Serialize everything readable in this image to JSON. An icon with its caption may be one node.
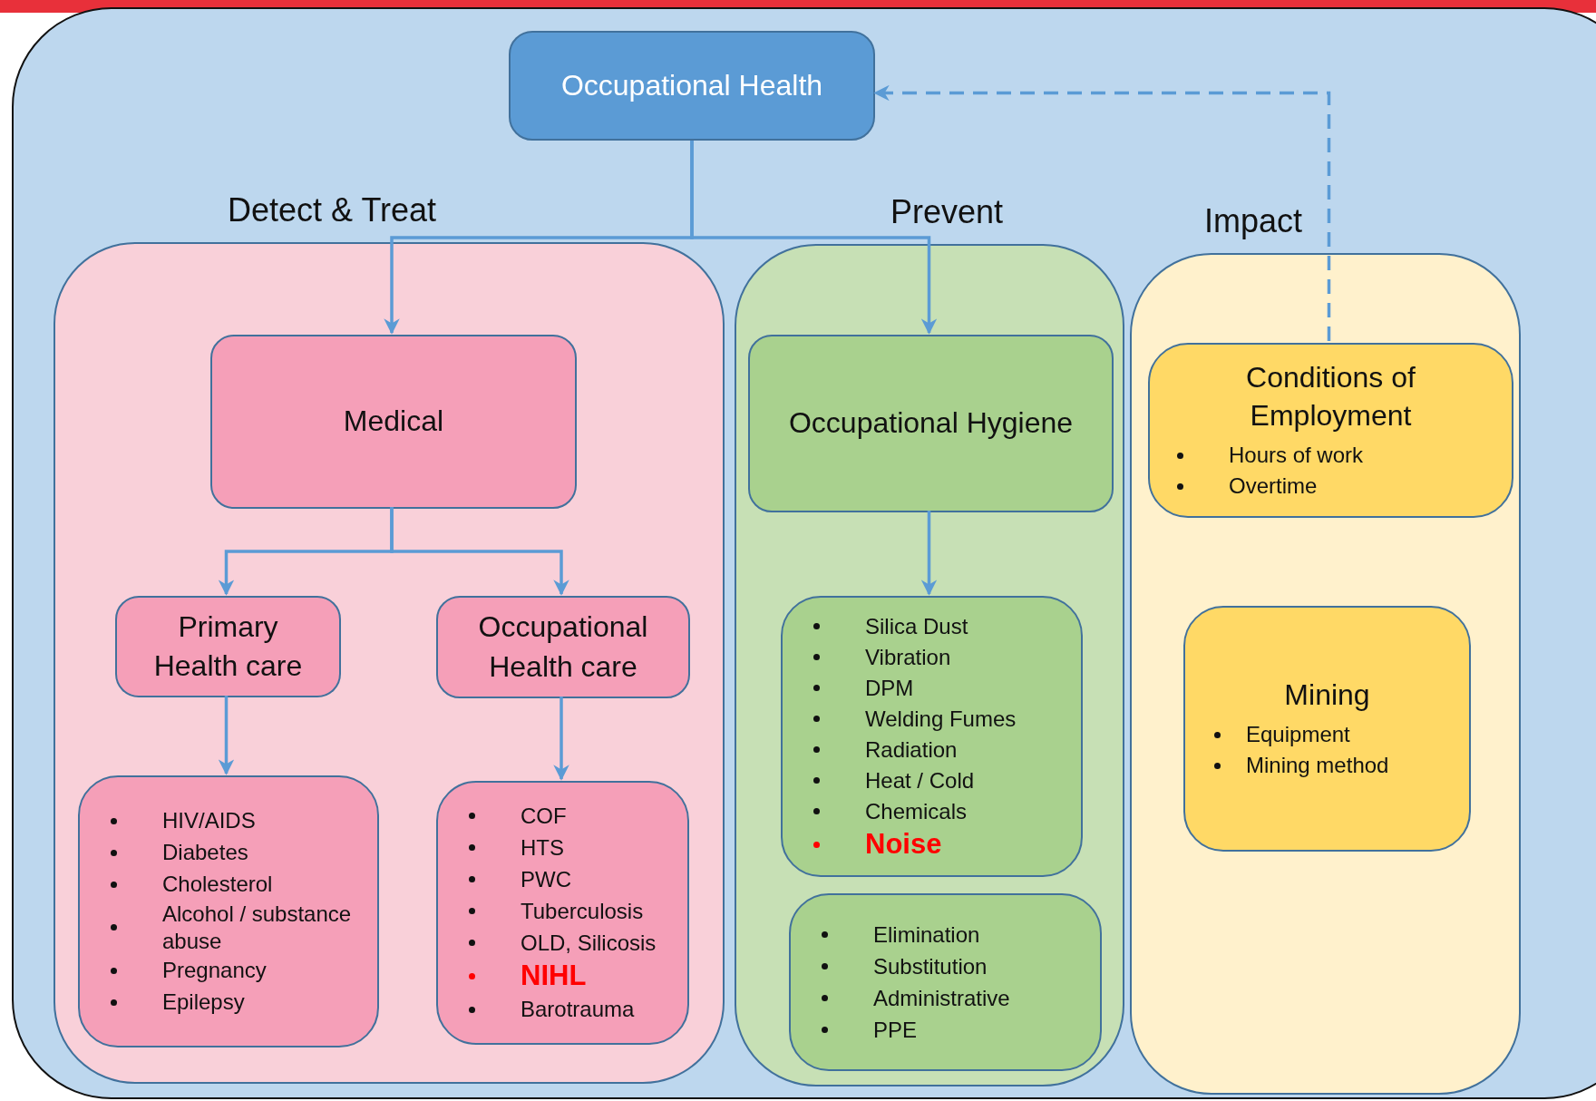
{
  "diagram": {
    "nodes": [
      {
        "text": [
          "Occupational Health"
        ]
      },
      {
        "text": [
          "Detect & Treat"
        ]
      },
      {
        "text": [
          "Medical"
        ],
        "in": 1
      },
      {
        "text": [
          "Primary Health care"
        ],
        "in": 1
      },
      {
        "text": [
          "Occupational Health care"
        ],
        "in": 1
      },
      {
        "text": [
          "HIV/AIDS",
          "Diabetes",
          "Cholesterol",
          "Alcohol / substance abuse",
          "Pregnancy",
          "Epilepsy"
        ],
        "in": 1
      },
      {
        "text": [
          "COF",
          "HTS",
          "PWC",
          "Tuberculosis",
          "OLD, Silicosis",
          "NIHL",
          "Barotrauma"
        ],
        "in": 1
      },
      {
        "text": [
          "Prevent"
        ]
      },
      {
        "text": [
          "Occupational Hygiene"
        ],
        "in": 7
      },
      {
        "text": [
          "Silica Dust",
          "Vibration",
          "DPM",
          "Welding Fumes",
          "Radiation",
          "Heat / Cold",
          "Chemicals",
          "Noise"
        ],
        "in": 7
      },
      {
        "text": [
          "Elimination",
          "Substitution",
          "Administrative",
          "PPE"
        ],
        "in": 7
      },
      {
        "text": [
          "Impact"
        ]
      },
      {
        "text": [
          "Conditions of Employment",
          "Hours of work",
          "Overtime"
        ],
        "in": 11
      },
      {
        "text": [
          "Mining",
          "Equipment",
          "Mining method"
        ],
        "in": 11
      }
    ],
    "edges": [
      {
        "from": 0,
        "to": 2,
        "arrow": "to"
      },
      {
        "from": 0,
        "to": 8,
        "arrow": "to"
      },
      {
        "from": 2,
        "to": 3,
        "arrow": "to"
      },
      {
        "from": 2,
        "to": 4,
        "arrow": "to"
      },
      {
        "from": 3,
        "to": 5,
        "arrow": "to"
      },
      {
        "from": 4,
        "to": 6,
        "arrow": "to"
      },
      {
        "from": 8,
        "to": 9,
        "arrow": "to"
      },
      {
        "from": 12,
        "to": 0,
        "arrow": "to",
        "style": "dashed"
      }
    ]
  }
}
